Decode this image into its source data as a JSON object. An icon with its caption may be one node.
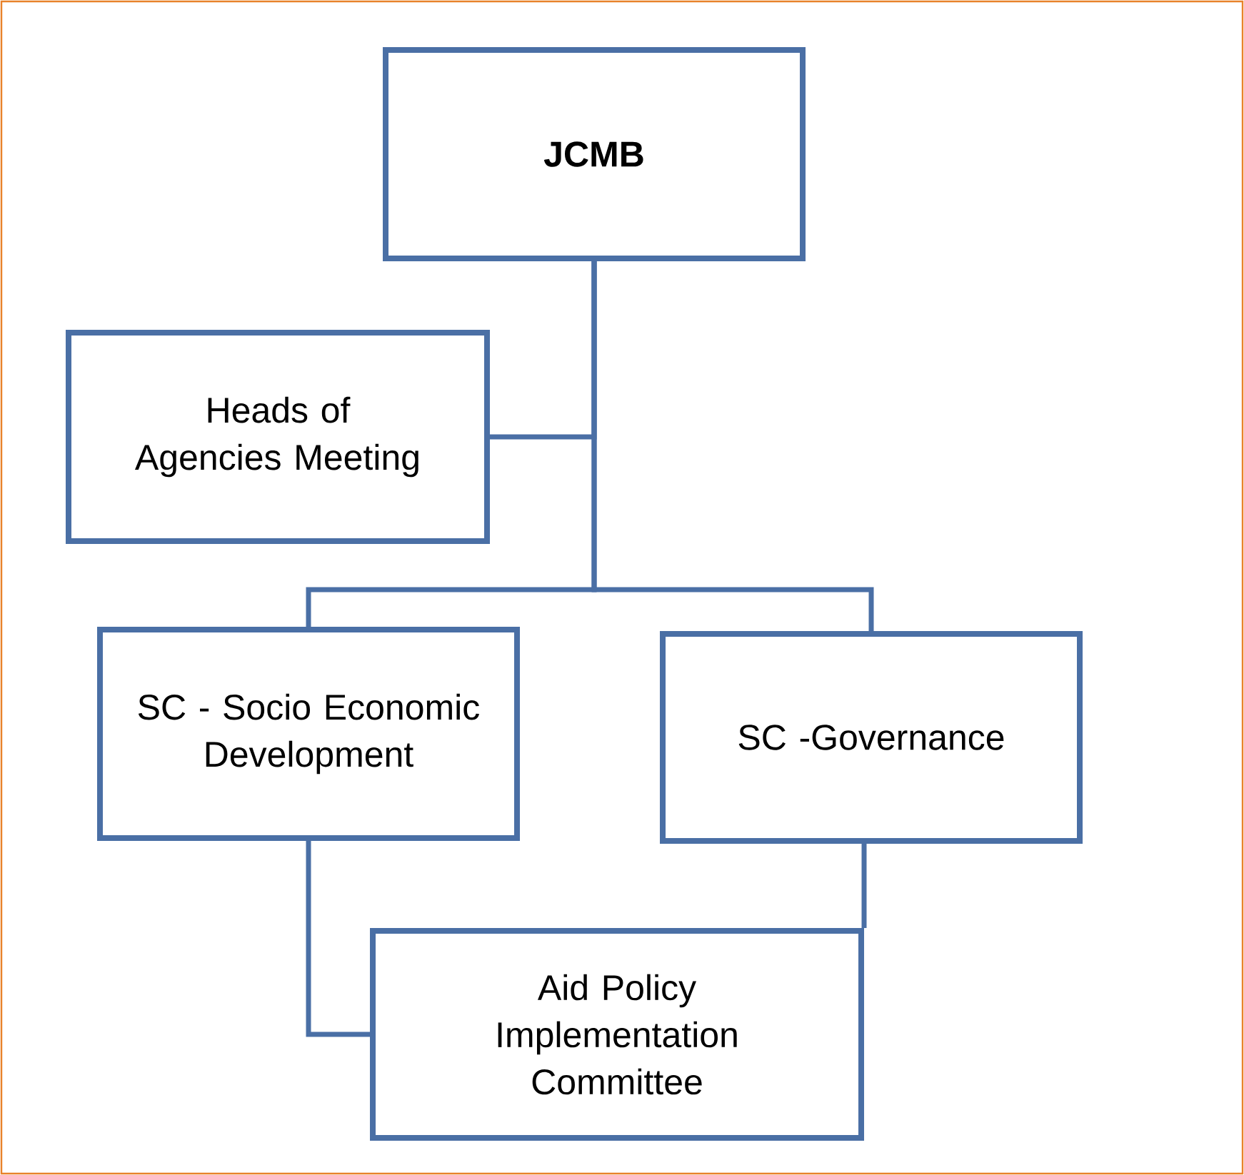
{
  "diagram": {
    "nodes": [
      {
        "text": [
          "JCMB"
        ]
      },
      {
        "text": [
          "Heads of Agencies Meeting"
        ]
      },
      {
        "text": [
          "SC - Socio Economic Development"
        ]
      },
      {
        "text": [
          "SC -Governance"
        ]
      },
      {
        "text": [
          "Aid Policy Implementation Committee"
        ]
      }
    ],
    "edges": [
      {
        "from": 0,
        "to": 1,
        "arrow": "none"
      },
      {
        "from": 0,
        "to": 2,
        "arrow": "none"
      },
      {
        "from": 0,
        "to": 3,
        "arrow": "none"
      },
      {
        "from": 2,
        "to": 4,
        "arrow": "none"
      },
      {
        "from": 3,
        "to": 4,
        "arrow": "none"
      }
    ]
  }
}
